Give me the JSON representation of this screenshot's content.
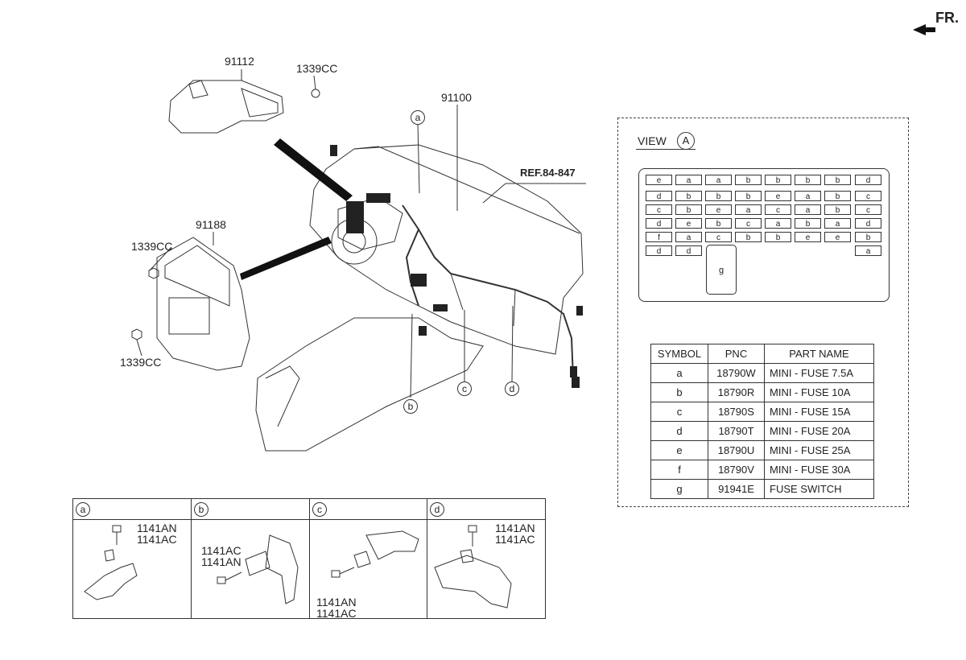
{
  "orientation": "FR.",
  "ref_label": "REF.84-847",
  "part_labels": {
    "p91112": "91112",
    "p1339cc_top": "1339CC",
    "p91100": "91100",
    "p91188": "91188",
    "p1339cc_left": "1339CC",
    "p1339cc_bottom": "1339CC"
  },
  "callouts": {
    "a": "a",
    "b": "b",
    "c": "c",
    "d": "d"
  },
  "view": {
    "title": "VIEW",
    "marker": "A",
    "fuse_rows": [
      [
        "e",
        "a",
        "a",
        "b",
        "b",
        "b",
        "b",
        "d"
      ],
      [
        "d",
        "b",
        "b",
        "b",
        "e",
        "a",
        "b",
        "c"
      ],
      [
        "c",
        "b",
        "e",
        "a",
        "c",
        "a",
        "b",
        "c"
      ],
      [
        "d",
        "e",
        "b",
        "c",
        "a",
        "b",
        "a",
        "d"
      ],
      [
        "f",
        "a",
        "c",
        "b",
        "b",
        "e",
        "e",
        "b"
      ],
      [
        "d",
        "d",
        "",
        "",
        "",
        "",
        "",
        "a"
      ]
    ],
    "big_fuse": "g"
  },
  "parts_table": {
    "headers": [
      "SYMBOL",
      "PNC",
      "PART NAME"
    ],
    "rows": [
      [
        "a",
        "18790W",
        "MINI - FUSE 7.5A"
      ],
      [
        "b",
        "18790R",
        "MINI - FUSE 10A"
      ],
      [
        "c",
        "18790S",
        "MINI - FUSE 15A"
      ],
      [
        "d",
        "18790T",
        "MINI - FUSE 20A"
      ],
      [
        "e",
        "18790U",
        "MINI - FUSE 25A"
      ],
      [
        "f",
        "18790V",
        "MINI - FUSE 30A"
      ],
      [
        "g",
        "91941E",
        "FUSE SWITCH"
      ]
    ]
  },
  "details": {
    "a": {
      "marker": "a",
      "labels": [
        "1141AN",
        "1141AC"
      ]
    },
    "b": {
      "marker": "b",
      "labels": [
        "1141AC",
        "1141AN"
      ]
    },
    "c": {
      "marker": "c",
      "labels": [
        "1141AN",
        "1141AC"
      ]
    },
    "d": {
      "marker": "d",
      "labels": [
        "1141AN",
        "1141AC"
      ]
    }
  }
}
